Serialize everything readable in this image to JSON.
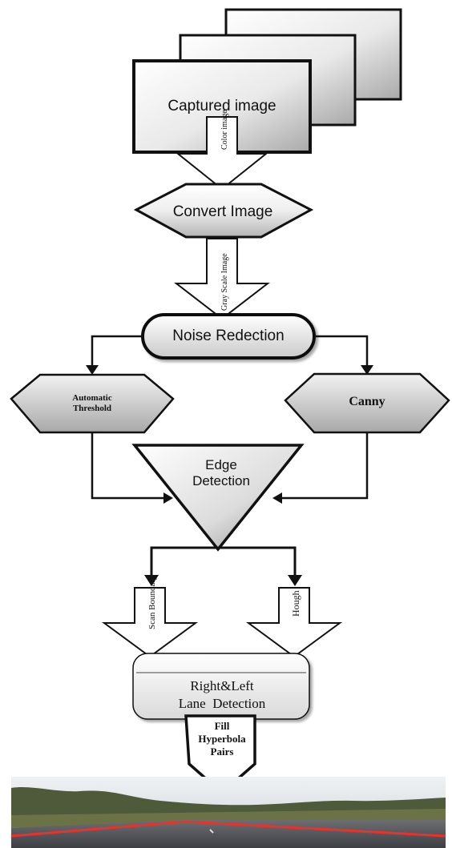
{
  "diagram": {
    "nodes": {
      "captured_image": "Captured image",
      "convert_image": "Convert Image",
      "noise_reduction": "Noise Redection",
      "automatic_threshold": [
        "Automatic",
        "Threshold"
      ],
      "canny": "Canny",
      "edge_detection": [
        "Edge",
        "Detection"
      ],
      "lane_detection": [
        "Right&Left",
        "Lane  Detection"
      ],
      "fill_hyperbola": [
        "Fill",
        "Hyperbola",
        "Pairs"
      ]
    },
    "arrows": {
      "color_image": "Color image",
      "gray_scale_image": "Gray Scale Image",
      "scan_boundary": "Scan Boundary",
      "hough": "Hough"
    }
  },
  "colors": {
    "stroke": "#111111",
    "fill_light": "#ffffff",
    "fill_dark": "#bdbdbd",
    "lane_line": "#e8322b",
    "sky": "#dfe4e8",
    "trees": "#4f5a3a",
    "road": "#4a4c52"
  },
  "photo": {
    "description_icon": "road-photo"
  }
}
